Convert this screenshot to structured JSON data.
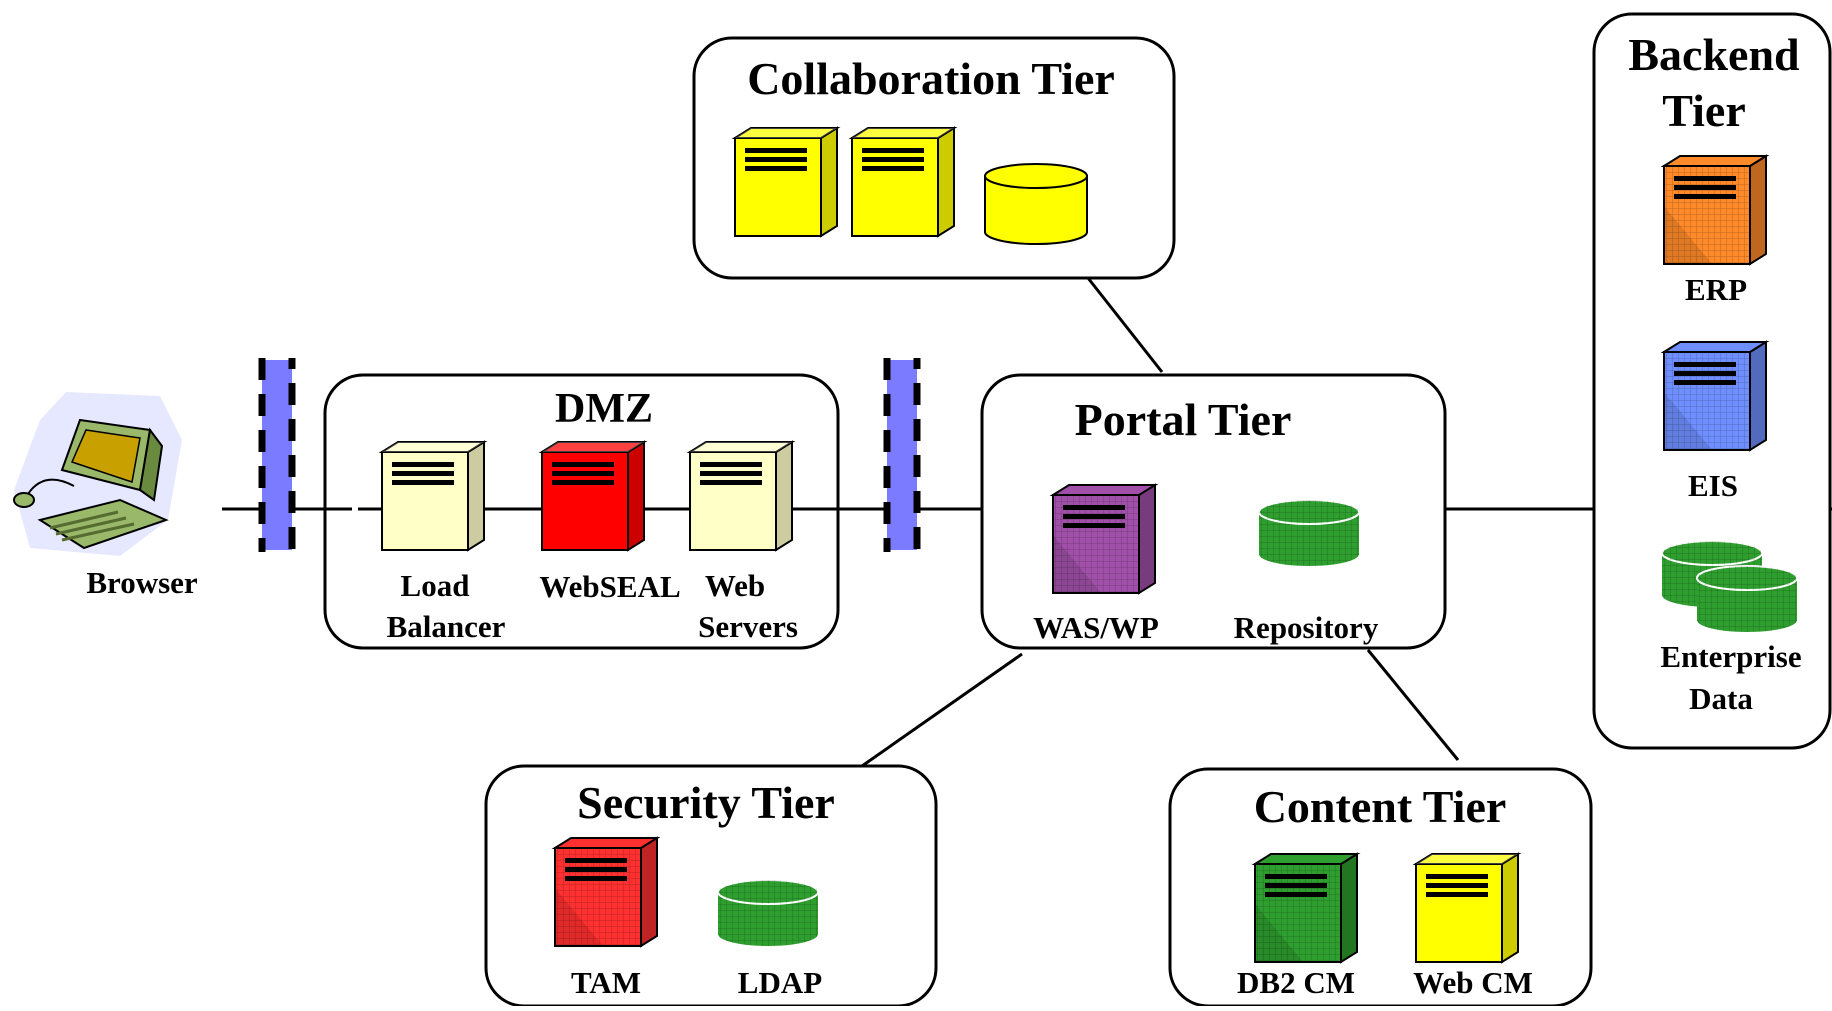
{
  "diagram": {
    "browser": {
      "label": "Browser"
    },
    "dmz": {
      "title": "DMZ",
      "load_balancer": [
        "Load",
        "Balancer"
      ],
      "webseal": "WebSEAL",
      "web_servers": [
        "Web",
        "Servers"
      ]
    },
    "collaboration": {
      "title": "Collaboration Tier"
    },
    "portal": {
      "title": "Portal Tier",
      "was": "WAS/WP",
      "repository": "Repository"
    },
    "backend": {
      "title": [
        "Backend",
        "Tier"
      ],
      "erp": "ERP",
      "eis": "EIS",
      "enterprise_data": [
        "Enterprise",
        "Data"
      ]
    },
    "security": {
      "title": "Security Tier",
      "tam": "TAM",
      "ldap": "LDAP"
    },
    "content": {
      "title": "Content Tier",
      "db2cm": "DB2 CM",
      "webcm": "Web CM"
    }
  },
  "colors": {
    "cream": "#ffffc8",
    "red": "#ff0000",
    "yellow": "#ffff00",
    "purple": "#a050a8",
    "green": "#2e9e2e",
    "orange": "#ff8a2a",
    "blue": "#6f8fff",
    "firewall": "#7b7bff",
    "line": "#000000",
    "monitor": "#c8a000"
  }
}
